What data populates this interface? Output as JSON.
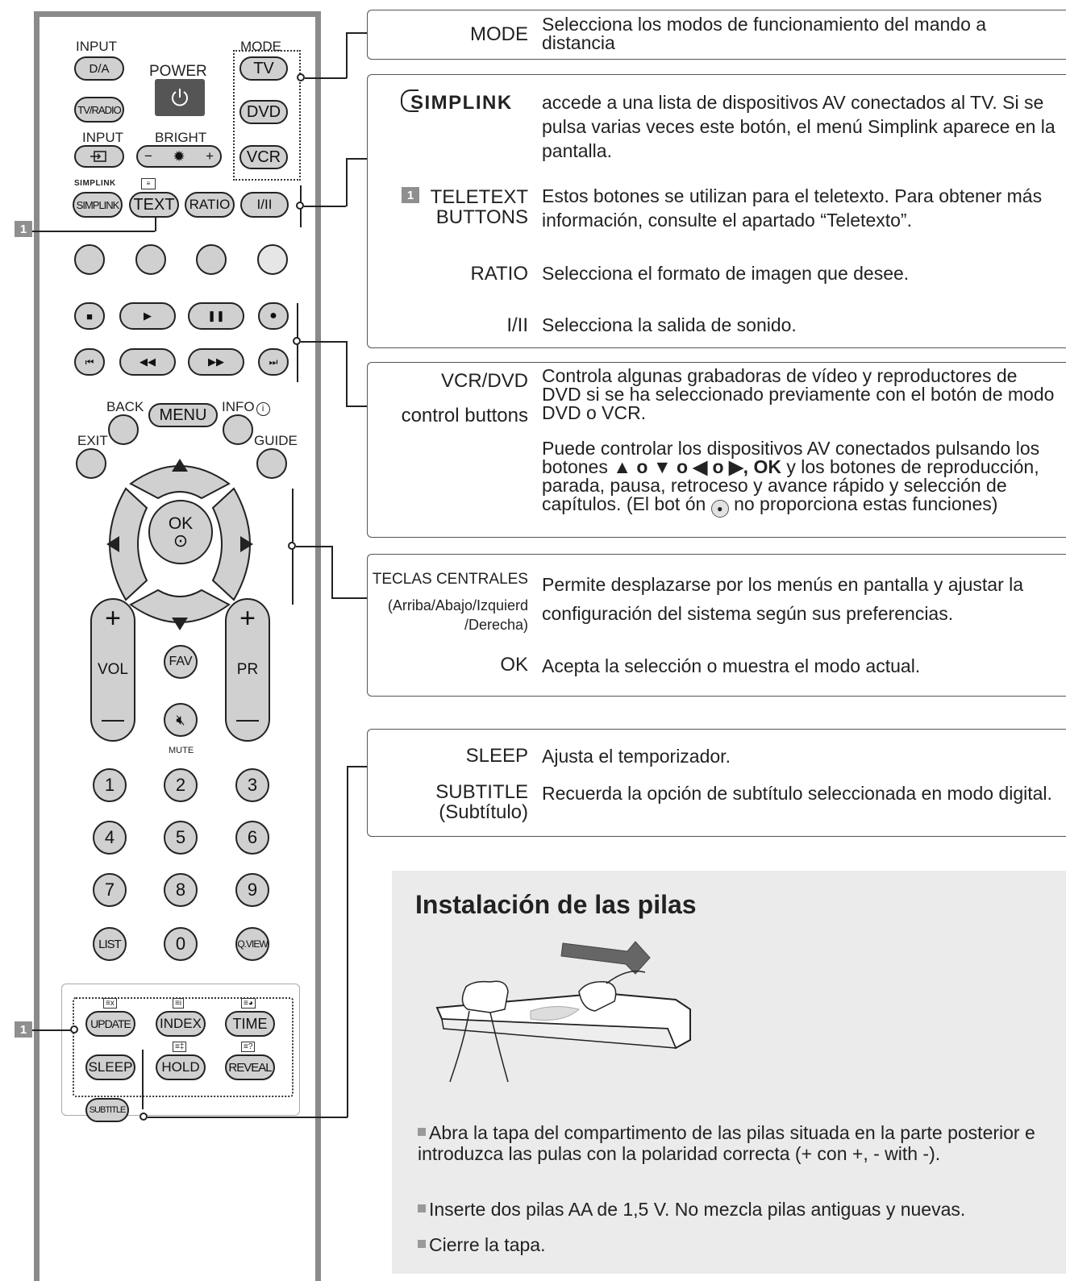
{
  "remote": {
    "input_label": "INPUT",
    "da_button": "D/A",
    "power_label": "POWER",
    "mode_label": "MODE",
    "tv_button": "TV",
    "dvd_button": "DVD",
    "vcr_button": "VCR",
    "tvradio_button": "TV/RADIO",
    "input2_label": "INPUT",
    "bright_label": "BRIGHT",
    "bright_minus": "−",
    "bright_plus": "+",
    "simplink_logo": "SIMPLINK",
    "simplink_button": "SIMPLINK",
    "text_button": "TEXT",
    "ratio_button": "RATIO",
    "i_ii_button": "I/II",
    "back_label": "BACK",
    "menu_button": "MENU",
    "info_label": "INFO",
    "exit_label": "EXIT",
    "guide_label": "GUIDE",
    "ok_button": "OK",
    "vol_label": "VOL",
    "pr_label": "PR",
    "fav_button": "FAV",
    "mute_label": "MUTE",
    "plus": "+",
    "minus": "—",
    "digits": [
      "1",
      "2",
      "3",
      "4",
      "5",
      "6",
      "7",
      "8",
      "9"
    ],
    "list_button": "LIST",
    "zero_button": "0",
    "qview_button": "Q.VIEW",
    "update_button": "UPDATE",
    "index_button": "INDEX",
    "time_button": "TIME",
    "sleep_button": "SLEEP",
    "hold_button": "HOLD",
    "reveal_button": "REVEAL",
    "subtitle_button": "SUBTITLE",
    "marker_text": "1"
  },
  "descriptions": {
    "mode": {
      "term": "MODE",
      "text": "Selecciona los modos de funcionamiento del mando a distancia"
    },
    "simplink": {
      "term": "SIMPLINK",
      "text": "accede a una lista de dispositivos AV conectados al TV. Si se pulsa varias veces este botón, el menú Simplink aparece en la pantalla."
    },
    "teletext": {
      "marker": "1",
      "term1": "TELETEXT",
      "term2": "BUTTONS",
      "text": "Estos botones se utilizan para el teletexto. Para obtener más información, consulte el apartado “Teletexto”."
    },
    "ratio": {
      "term": "RATIO",
      "text": "Selecciona el formato de imagen que desee."
    },
    "i_ii": {
      "term": "I/II",
      "text": "Selecciona la salida de sonido."
    },
    "vcr_dvd": {
      "term1": "VCR/DVD",
      "term2": "control buttons",
      "text1": "Controla algunas grabadoras de vídeo y reproductores de DVD si se ha seleccionado previamente con el botón de modo DVD o VCR.",
      "text2a": "Puede controlar los dispositivos AV conectados pulsando los botones ",
      "arrows": "▲ o ▼ o ◀ o ▶, ",
      "ok": "OK",
      "text2b": " y los botones de reproducción, parada, pausa, retroceso y avance rápido y selección de capítulos. (El bot ón ",
      "text2c": " no proporciona estas funciones)"
    },
    "teclas": {
      "term1": "TECLAS CENTRALES",
      "term2": "(Arriba/Abajo/Izquierd",
      "term3": "/Derecha)",
      "text": "Permite desplazarse por los menús en pantalla y ajustar la configuración del sistema según sus preferencias."
    },
    "ok": {
      "term": "OK",
      "text": "Acepta la selección o muestra el modo actual."
    },
    "sleep": {
      "term": "SLEEP",
      "text": "Ajusta el temporizador."
    },
    "subtitle": {
      "term1": "SUBTITLE",
      "term2": "(Subtítulo)",
      "text": "Recuerda la opción de subtítulo seleccionada en modo digital."
    }
  },
  "battery": {
    "title": "Instalación de las pilas",
    "bullets": [
      "Abra la tapa del compartimento de las pilas situada en la parte posterior e introduzca las pulas con la polaridad correcta (+ con +, - with -).",
      "Inserte dos pilas AA de 1,5 V. No mezcla pilas antiguas y nuevas.",
      "Cierre la tapa."
    ]
  }
}
